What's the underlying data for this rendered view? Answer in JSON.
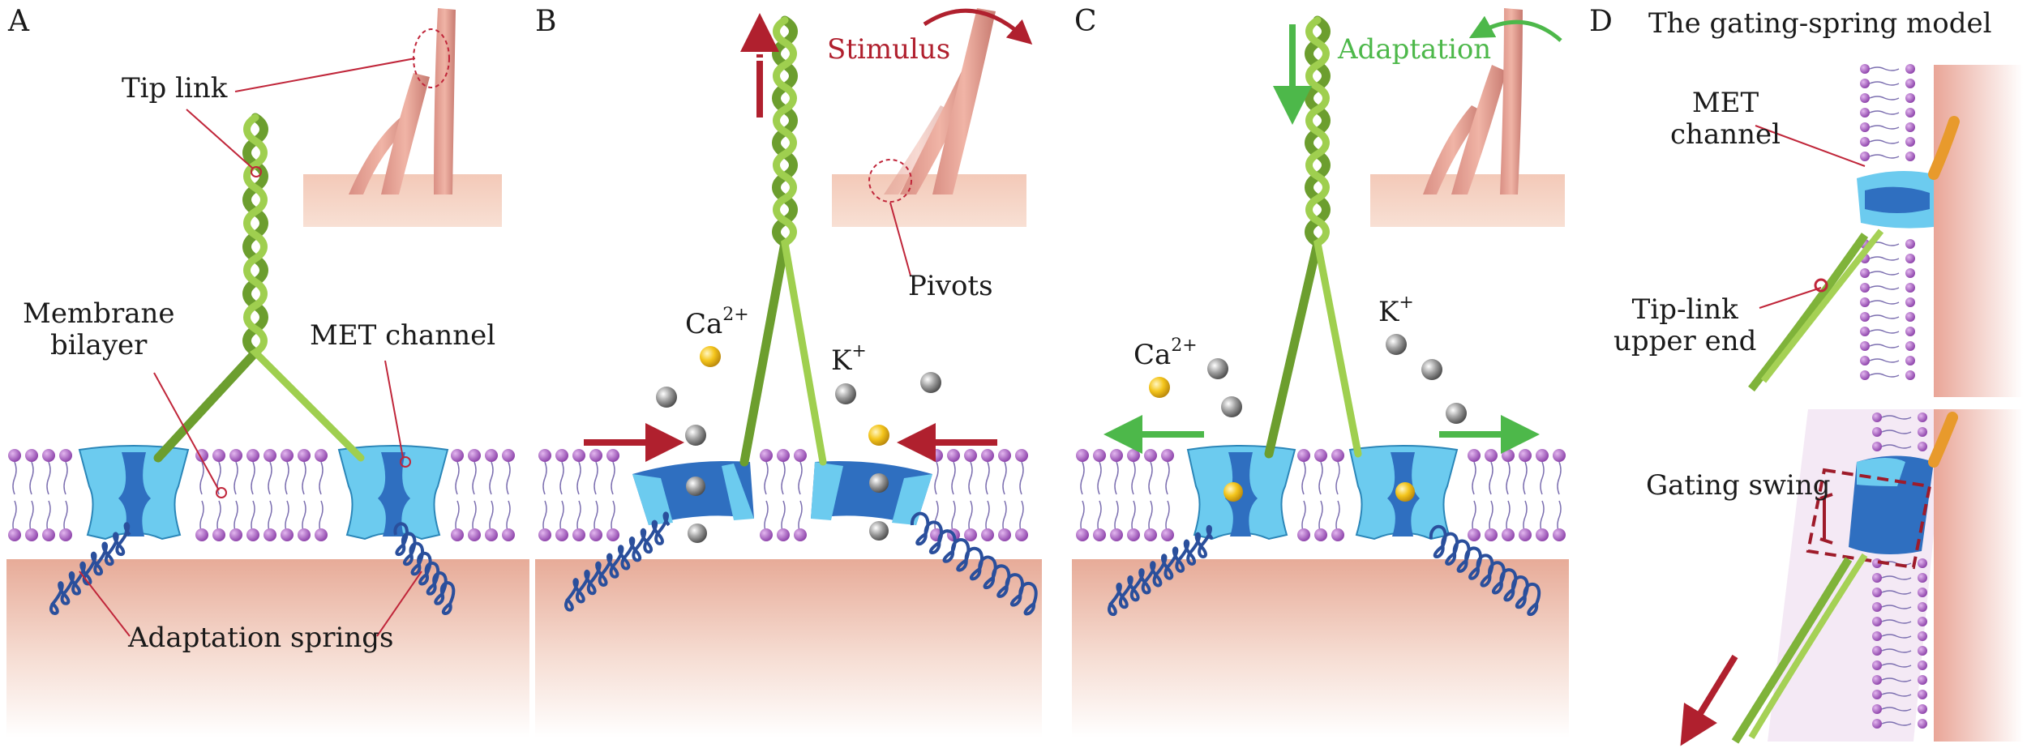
{
  "panels": {
    "A": {
      "letter": "A",
      "tip_link": "Tip link",
      "membrane": "Membrane\nbilayer",
      "met_channel": "MET channel",
      "adaptation_springs": "Adaptation springs"
    },
    "B": {
      "letter": "B",
      "stimulus": "Stimulus",
      "pivots": "Pivots",
      "ca": "Ca",
      "ca_charge": "2+",
      "k": "K",
      "k_charge": "+"
    },
    "C": {
      "letter": "C",
      "adaptation": "Adaptation",
      "ca": "Ca",
      "ca_charge": "2+",
      "k": "K",
      "k_charge": "+"
    },
    "D": {
      "letter": "D",
      "title": "The gating-spring model",
      "met_channel": "MET\nchannel",
      "tip_link_upper_end": "Tip-link\nupper end",
      "gating_swing": "Gating swing"
    }
  },
  "colors": {
    "tip_link": "#7fb33a",
    "channel_light": "#6ccbef",
    "channel_dark": "#2f6fc0",
    "lipid_head": "#a65bbf",
    "spring": "#2a4f9c",
    "stimulus_arrow": "#b0202e",
    "adaptation_arrow": "#4db84a",
    "calcium_ion": "#f2c21a",
    "potassium_ion": "#8c8c8c",
    "cytoplasm": "#e9b3a3",
    "stereocilia": "#e7a699"
  }
}
